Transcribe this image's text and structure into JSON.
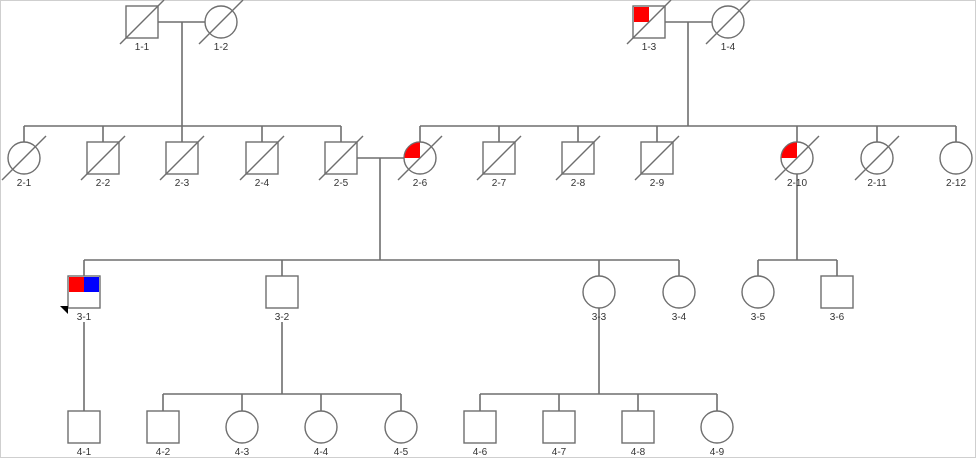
{
  "colors": {
    "line": "#6e6e6e",
    "affected_red": "#ff0000",
    "affected_blue": "#0000ff",
    "proband_arrow": "#000000"
  },
  "generations": [
    {
      "members": [
        {
          "id": "1-1",
          "sex": "male",
          "deceased": true
        },
        {
          "id": "1-2",
          "sex": "female",
          "deceased": true
        },
        {
          "id": "1-3",
          "sex": "male",
          "deceased": true,
          "affected": [
            "red"
          ]
        },
        {
          "id": "1-4",
          "sex": "female",
          "deceased": true
        }
      ]
    },
    {
      "members": [
        {
          "id": "2-1",
          "sex": "female",
          "deceased": true
        },
        {
          "id": "2-2",
          "sex": "male",
          "deceased": true
        },
        {
          "id": "2-3",
          "sex": "male",
          "deceased": true
        },
        {
          "id": "2-4",
          "sex": "male",
          "deceased": true
        },
        {
          "id": "2-5",
          "sex": "male",
          "deceased": true
        },
        {
          "id": "2-6",
          "sex": "female",
          "deceased": true,
          "affected": [
            "red"
          ]
        },
        {
          "id": "2-7",
          "sex": "male",
          "deceased": true
        },
        {
          "id": "2-8",
          "sex": "male",
          "deceased": true
        },
        {
          "id": "2-9",
          "sex": "male",
          "deceased": true
        },
        {
          "id": "2-10",
          "sex": "female",
          "deceased": true,
          "affected": [
            "red"
          ]
        },
        {
          "id": "2-11",
          "sex": "female",
          "deceased": true
        },
        {
          "id": "2-12",
          "sex": "female",
          "deceased": false
        }
      ]
    },
    {
      "members": [
        {
          "id": "3-1",
          "sex": "male",
          "deceased": false,
          "affected": [
            "red",
            "blue"
          ],
          "proband": true
        },
        {
          "id": "3-2",
          "sex": "male",
          "deceased": false
        },
        {
          "id": "3-3",
          "sex": "female",
          "deceased": false
        },
        {
          "id": "3-4",
          "sex": "female",
          "deceased": false
        },
        {
          "id": "3-5",
          "sex": "female",
          "deceased": false
        },
        {
          "id": "3-6",
          "sex": "male",
          "deceased": false
        }
      ]
    },
    {
      "members": [
        {
          "id": "4-1",
          "sex": "male",
          "deceased": false
        },
        {
          "id": "4-2",
          "sex": "male",
          "deceased": false
        },
        {
          "id": "4-3",
          "sex": "female",
          "deceased": false
        },
        {
          "id": "4-4",
          "sex": "female",
          "deceased": false
        },
        {
          "id": "4-5",
          "sex": "female",
          "deceased": false
        },
        {
          "id": "4-6",
          "sex": "male",
          "deceased": false
        },
        {
          "id": "4-7",
          "sex": "male",
          "deceased": false
        },
        {
          "id": "4-8",
          "sex": "male",
          "deceased": false
        },
        {
          "id": "4-9",
          "sex": "female",
          "deceased": false
        }
      ]
    }
  ]
}
